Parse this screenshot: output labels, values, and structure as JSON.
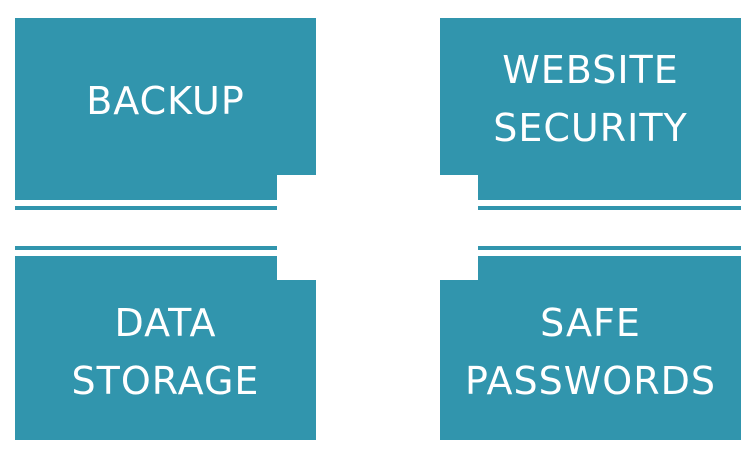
{
  "colors": {
    "tile": "#3195ad",
    "text": "#ffffff",
    "background": "#ffffff"
  },
  "tiles": [
    {
      "lines": [
        "BACKUP"
      ]
    },
    {
      "lines": [
        "WEBSITE",
        "SECURITY"
      ]
    },
    {
      "lines": [
        "DATA",
        "STORAGE"
      ]
    },
    {
      "lines": [
        "SAFE",
        "PASSWORDS"
      ]
    }
  ]
}
